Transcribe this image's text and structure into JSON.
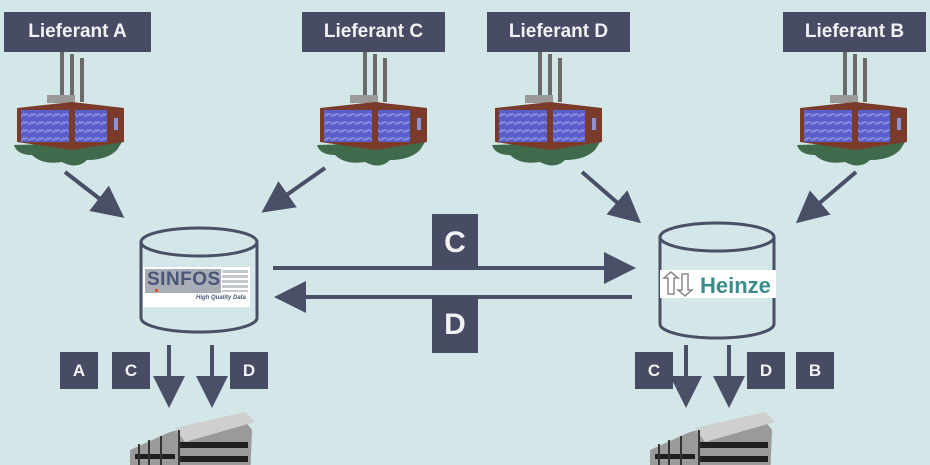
{
  "suppliers": [
    {
      "id": "A",
      "label": "Lieferant A"
    },
    {
      "id": "C",
      "label": "Lieferant C"
    },
    {
      "id": "D",
      "label": "Lieferant D"
    },
    {
      "id": "B",
      "label": "Lieferant B"
    }
  ],
  "databases": {
    "left": {
      "name": "SINFOS",
      "tagline": "High Quality Data"
    },
    "right": {
      "name": "Heinze"
    }
  },
  "exchange": {
    "to_right": "C",
    "to_left": "D"
  },
  "outputs": {
    "left": [
      "A",
      "C",
      "D"
    ],
    "right": [
      "C",
      "D",
      "B"
    ]
  },
  "colors": {
    "background": "#d3e6e8",
    "label_bg": "#474b63",
    "arrow": "#4a4f68",
    "heinze_teal": "#3a8c8a",
    "factory_brick": "#7a3b2a",
    "factory_glass": "#5a5ec8",
    "factory_ground": "#3f6b4c"
  }
}
